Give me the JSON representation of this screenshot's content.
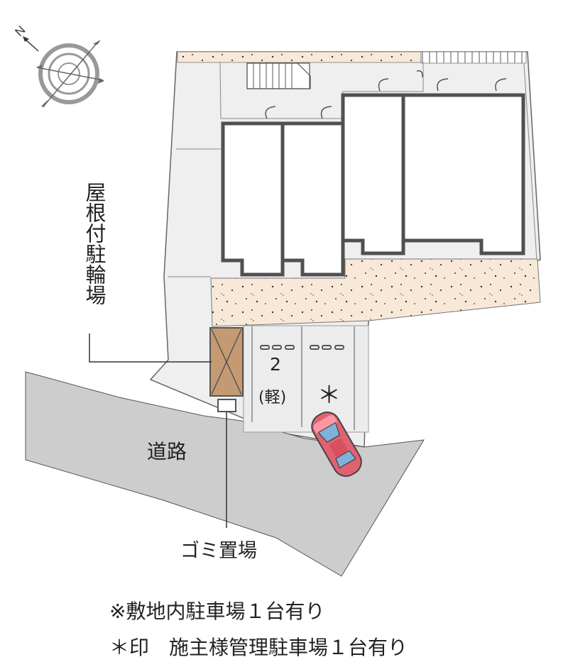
{
  "labels": {
    "roofed_bicycle_parking": "屋根付駐輪場",
    "road": "道路",
    "parking_space_2": "2",
    "parking_space_2_type": "(軽)",
    "managed_space_marker": "＊",
    "garbage_area": "ゴミ置場",
    "note_parking": "※敷地内駐車場１台有り",
    "note_owner_managed": "＊印　施主様管理駐車場１台有り"
  },
  "compass": {
    "north_letter": "N"
  },
  "colors": {
    "road": "#cdcdcd",
    "lot": "#efefef",
    "building": "#ffffff",
    "wall": "#555555",
    "sand": "#f8e8d8",
    "bike_shelter": "#c59a72",
    "car": "#e06270"
  }
}
